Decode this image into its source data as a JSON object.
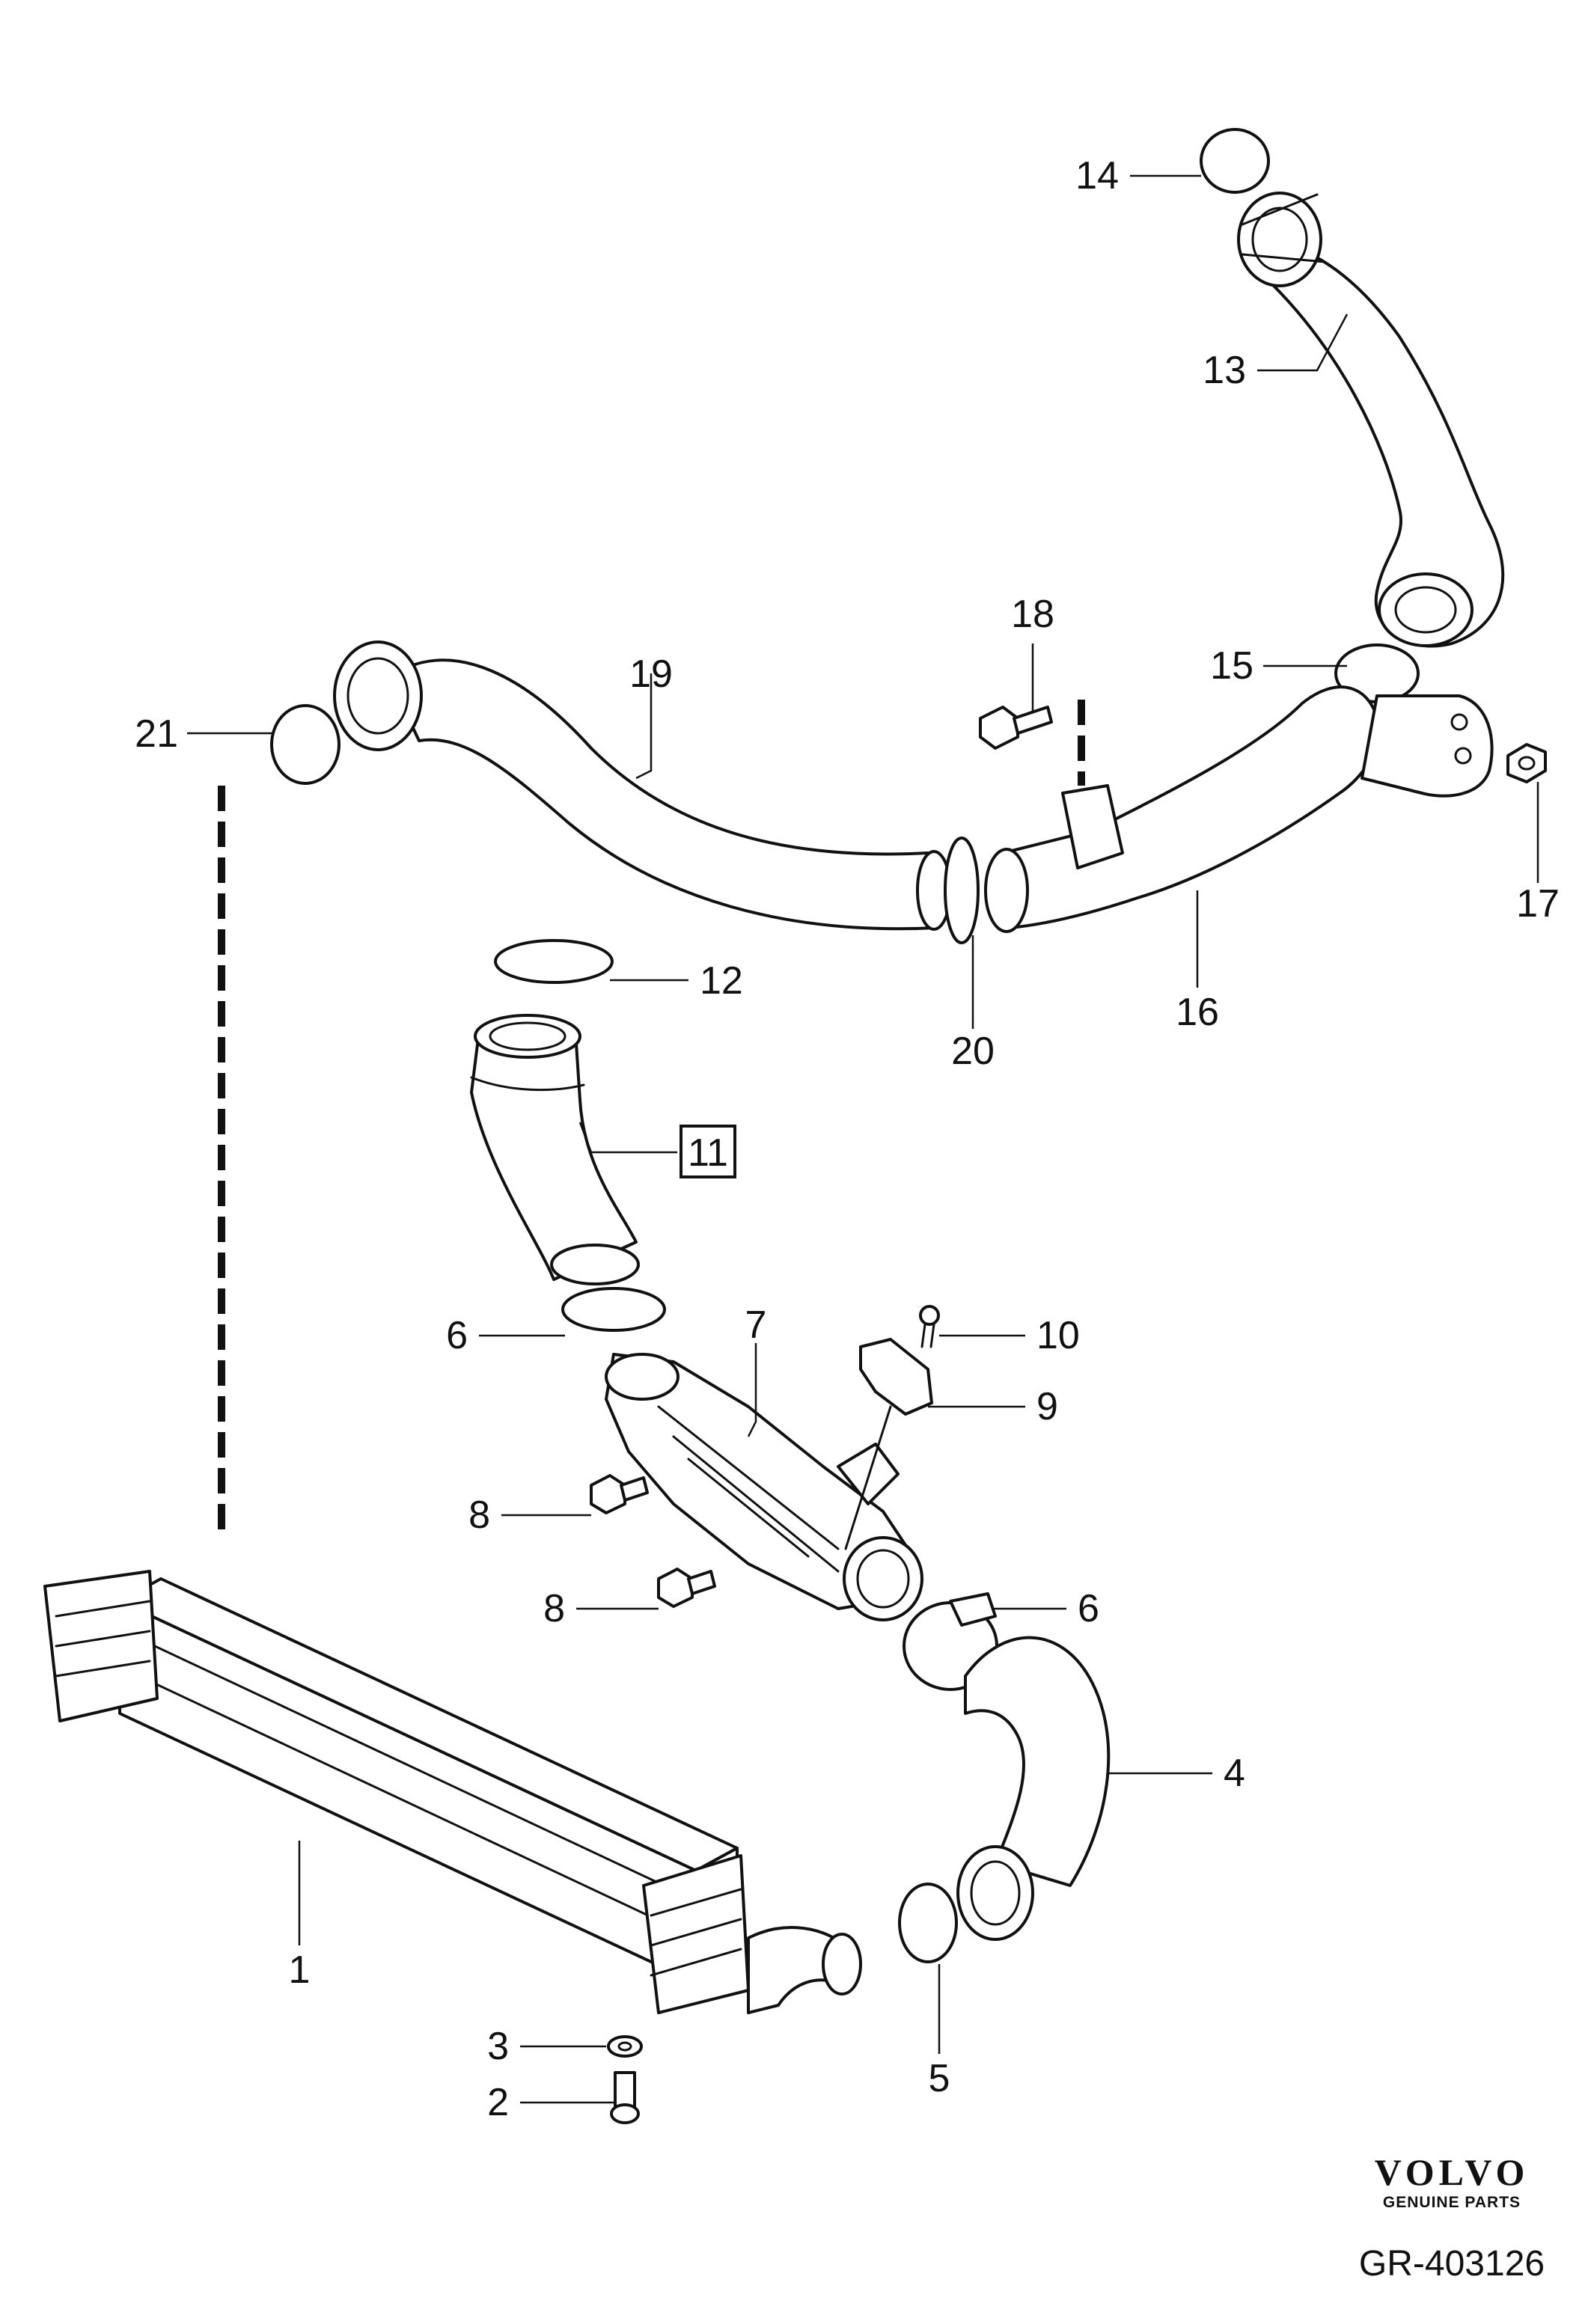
{
  "diagram": {
    "callouts": [
      {
        "id": "1",
        "label": "1"
      },
      {
        "id": "2",
        "label": "2"
      },
      {
        "id": "3",
        "label": "3"
      },
      {
        "id": "4",
        "label": "4"
      },
      {
        "id": "5",
        "label": "5"
      },
      {
        "id": "6a",
        "label": "6"
      },
      {
        "id": "6b",
        "label": "6"
      },
      {
        "id": "7",
        "label": "7"
      },
      {
        "id": "8a",
        "label": "8"
      },
      {
        "id": "8b",
        "label": "8"
      },
      {
        "id": "9",
        "label": "9"
      },
      {
        "id": "10",
        "label": "10"
      },
      {
        "id": "11",
        "label": "11",
        "boxed": true
      },
      {
        "id": "12",
        "label": "12"
      },
      {
        "id": "13",
        "label": "13"
      },
      {
        "id": "14",
        "label": "14"
      },
      {
        "id": "15",
        "label": "15"
      },
      {
        "id": "16",
        "label": "16"
      },
      {
        "id": "17",
        "label": "17"
      },
      {
        "id": "18",
        "label": "18"
      },
      {
        "id": "19",
        "label": "19"
      },
      {
        "id": "20",
        "label": "20"
      },
      {
        "id": "21",
        "label": "21"
      }
    ]
  },
  "brand": {
    "name": "VOLVO",
    "tagline": "GENUINE PARTS",
    "logo_icon": "volvo-wordmark"
  },
  "reference": "GR-403126"
}
